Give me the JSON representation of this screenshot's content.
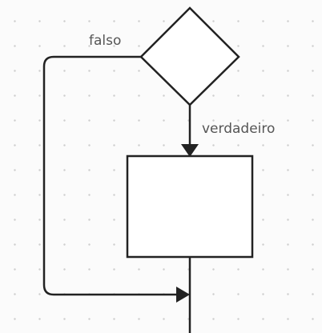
{
  "diagram": {
    "nodes": [
      {
        "id": "decision",
        "shape": "diamond"
      },
      {
        "id": "process",
        "shape": "rectangle"
      }
    ],
    "edges": [
      {
        "from": "decision",
        "to": "process",
        "label": "verdadeiro"
      },
      {
        "from": "decision",
        "to": "merge",
        "label": "falso"
      }
    ],
    "labels": {
      "false_branch": "falso",
      "true_branch": "verdadeiro"
    },
    "colors": {
      "stroke": "#222222",
      "label": "#555555",
      "background": "#fbfbfb",
      "grid_dot": "#cfcfcf"
    }
  }
}
